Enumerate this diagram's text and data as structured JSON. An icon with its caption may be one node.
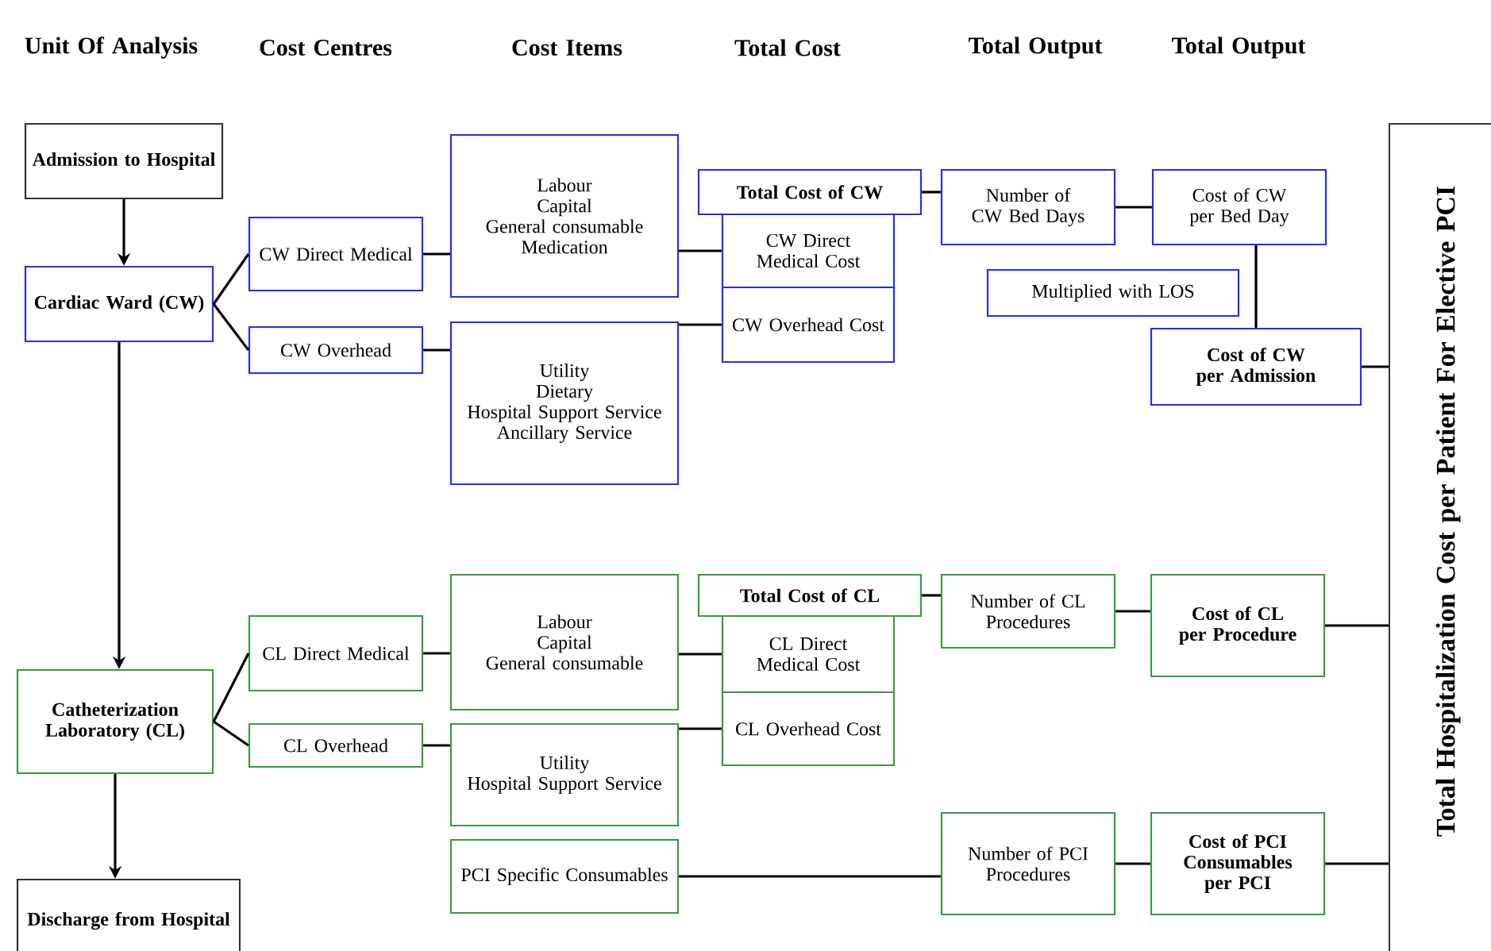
{
  "diagram": {
    "nodes": [
      {
        "text": [
          "Admission to Hospital"
        ]
      },
      {
        "text": [
          "Cardiac Ward (CW)"
        ]
      },
      {
        "text": [
          "CW Direct Medical"
        ]
      },
      {
        "text": [
          "Labour",
          "Capital",
          "General consumable",
          "Medication"
        ]
      },
      {
        "text": [
          "CW Overhead"
        ]
      },
      {
        "text": [
          "Utility",
          "Dietary",
          "Hospital Support Service",
          "Ancillary Service"
        ]
      },
      {
        "text": [
          "Total Cost of CW"
        ]
      },
      {
        "text": [
          "CW Direct Medical Cost"
        ]
      },
      {
        "text": [
          "CW Overhead Cost"
        ]
      },
      {
        "text": [
          "Number of CW Bed Days"
        ]
      },
      {
        "text": [
          "Cost of CW per Bed Day"
        ]
      },
      {
        "text": [
          "Multiplied with LOS"
        ]
      },
      {
        "text": [
          "Cost of CW per Admission"
        ]
      },
      {
        "text": [
          "Total Hospitalization Cost per Patient For Elective PCI"
        ]
      },
      {
        "text": [
          "Catheterization Laboratory (CL)"
        ]
      },
      {
        "text": [
          "CL Direct Medical"
        ]
      },
      {
        "text": [
          "Labour",
          "Capital",
          "General consumable"
        ]
      },
      {
        "text": [
          "CL Overhead"
        ]
      },
      {
        "text": [
          "Utility",
          "Hospital Support Service"
        ]
      },
      {
        "text": [
          "Total Cost of CL"
        ]
      },
      {
        "text": [
          "CL Direct Medical Cost"
        ]
      },
      {
        "text": [
          "CL Overhead Cost"
        ]
      },
      {
        "text": [
          "Number of CL Procedures"
        ]
      },
      {
        "text": [
          "Cost of CL per Procedure"
        ]
      },
      {
        "text": [
          "PCI Specific Consumables"
        ]
      },
      {
        "text": [
          "Number of PCI Procedures"
        ]
      },
      {
        "text": [
          "Cost of PCI Consumables per PCI"
        ]
      },
      {
        "text": [
          "Discharge from Hospital"
        ]
      }
    ],
    "edges": [
      {
        "from": 0,
        "to": 1,
        "arrow": "to"
      },
      {
        "from": 1,
        "to": 14,
        "arrow": "to"
      },
      {
        "from": 14,
        "to": 27,
        "arrow": "to"
      },
      {
        "from": 1,
        "to": 2,
        "arrow": "none"
      },
      {
        "from": 1,
        "to": 4,
        "arrow": "none"
      },
      {
        "from": 2,
        "to": 3,
        "arrow": "none"
      },
      {
        "from": 4,
        "to": 5,
        "arrow": "none"
      },
      {
        "from": 3,
        "to": 7,
        "arrow": "none"
      },
      {
        "from": 5,
        "to": 8,
        "arrow": "none"
      },
      {
        "from": 6,
        "to": 9,
        "arrow": "none"
      },
      {
        "from": 9,
        "to": 10,
        "arrow": "none"
      },
      {
        "from": 10,
        "to": 12,
        "arrow": "none"
      },
      {
        "from": 12,
        "to": 13,
        "arrow": "none"
      },
      {
        "from": 14,
        "to": 15,
        "arrow": "none"
      },
      {
        "from": 14,
        "to": 17,
        "arrow": "none"
      },
      {
        "from": 15,
        "to": 16,
        "arrow": "none"
      },
      {
        "from": 17,
        "to": 18,
        "arrow": "none"
      },
      {
        "from": 16,
        "to": 20,
        "arrow": "none"
      },
      {
        "from": 18,
        "to": 21,
        "arrow": "none"
      },
      {
        "from": 19,
        "to": 22,
        "arrow": "none"
      },
      {
        "from": 22,
        "to": 23,
        "arrow": "none"
      },
      {
        "from": 23,
        "to": 13,
        "arrow": "none"
      },
      {
        "from": 24,
        "to": 25,
        "arrow": "none"
      },
      {
        "from": 25,
        "to": 26,
        "arrow": "none"
      },
      {
        "from": 26,
        "to": 13,
        "arrow": "none"
      }
    ],
    "labels": [
      "Unit Of Analysis",
      "Cost Centres",
      "Cost Items",
      "Total Cost",
      "Total Output",
      "Total Output"
    ]
  }
}
